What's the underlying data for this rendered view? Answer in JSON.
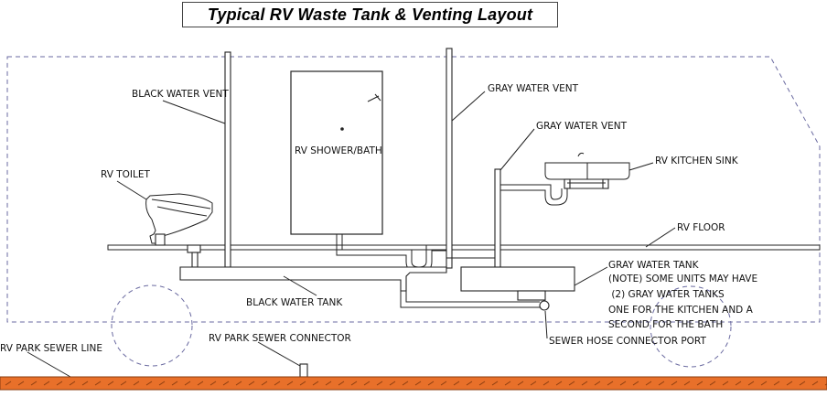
{
  "title": "Typical RV Waste Tank & Venting Layout",
  "labels": {
    "black_water_vent": "BLACK WATER VENT",
    "rv_toilet": "RV TOILET",
    "rv_shower_bath": "RV SHOWER/BATH",
    "gray_water_vent_1": "GRAY WATER VENT",
    "gray_water_vent_2": "GRAY WATER VENT",
    "rv_kitchen_sink": "RV KITCHEN SINK",
    "rv_floor": "RV FLOOR",
    "black_water_tank": "BLACK WATER TANK",
    "gray_water_tank_lines": [
      "GRAY WATER TANK",
      "(NOTE) SOME UNITS MAY HAVE",
      " (2) GRAY WATER TANKS",
      "ONE FOR THE KITCHEN AND A",
      "SECOND FOR THE BATH"
    ],
    "sewer_hose_connector_port": "SEWER HOSE CONNECTOR PORT",
    "rv_park_sewer_line": "RV PARK SEWER LINE",
    "rv_park_sewer_connector": "RV PARK SEWER CONNECTOR"
  },
  "colors": {
    "sewer_line": "#e8702a",
    "outline_dashed": "#6a6aa0",
    "drawing": "#222222"
  }
}
